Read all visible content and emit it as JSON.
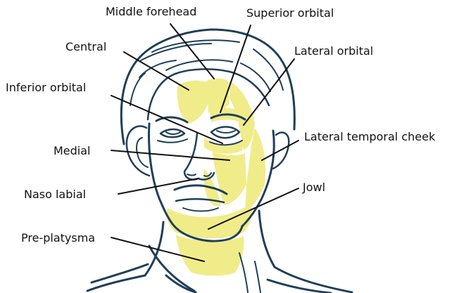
{
  "colors": {
    "sketch": "#1f3f5a",
    "fat_pad": "#f1ec8a",
    "pointer": "#111111",
    "text": "#111111"
  },
  "labels": {
    "middle_forehead": "Middle forehead",
    "superior_orbital": "Superior orbital",
    "central": "Central",
    "lateral_orbital": "Lateral orbital",
    "inferior_orbital": "Inferior orbital",
    "lateral_temporal_cheek": "Lateral temporal cheek",
    "medial": "Medial",
    "jowl": "Jowl",
    "naso_labial": "Naso labial",
    "pre_platysma": "Pre-platysma"
  }
}
